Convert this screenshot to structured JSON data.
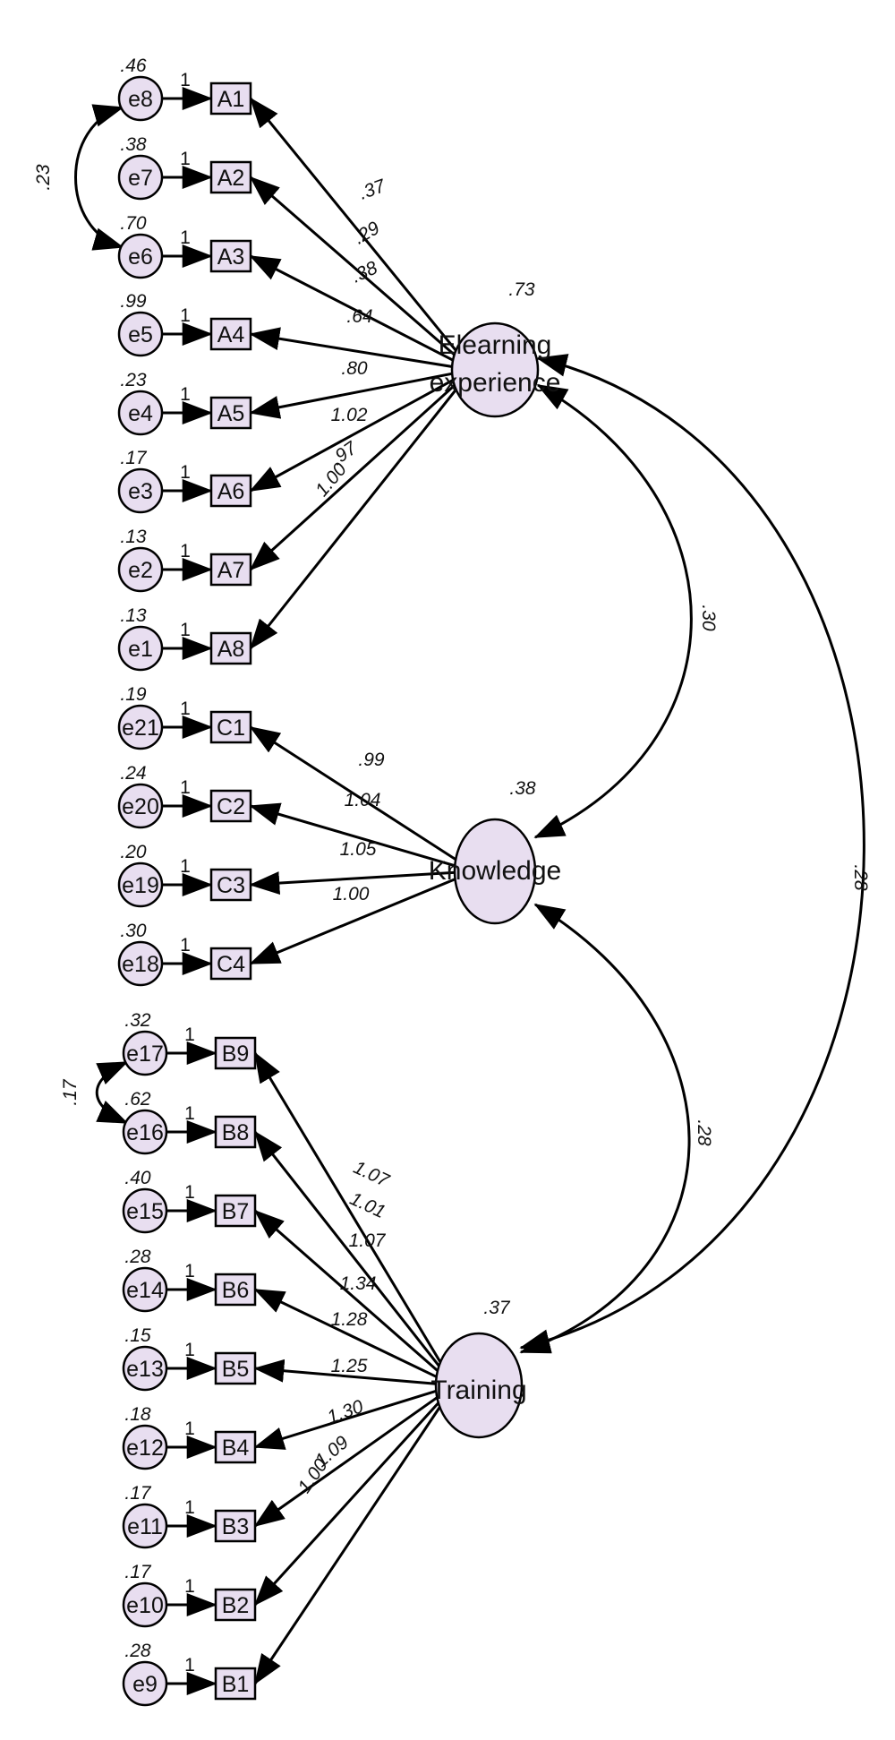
{
  "colors": {
    "node_fill": "#e8def0",
    "stroke": "#000000",
    "background": "#ffffff"
  },
  "latents": [
    {
      "id": "EL",
      "label_lines": [
        "Elearning",
        "experience"
      ],
      "variance": ".73"
    },
    {
      "id": "KN",
      "label_lines": [
        "Knowledge"
      ],
      "variance": ".38"
    },
    {
      "id": "TR",
      "label_lines": [
        "Training"
      ],
      "variance": ".37"
    }
  ],
  "indicators": [
    {
      "name": "A1",
      "error": "e8",
      "error_variance": ".46",
      "loading": ".37",
      "latent": "EL"
    },
    {
      "name": "A2",
      "error": "e7",
      "error_variance": ".38",
      "loading": ".29",
      "latent": "EL"
    },
    {
      "name": "A3",
      "error": "e6",
      "error_variance": ".70",
      "loading": ".38",
      "latent": "EL"
    },
    {
      "name": "A4",
      "error": "e5",
      "error_variance": ".99",
      "loading": ".64",
      "latent": "EL"
    },
    {
      "name": "A5",
      "error": "e4",
      "error_variance": ".23",
      "loading": ".80",
      "latent": "EL"
    },
    {
      "name": "A6",
      "error": "e3",
      "error_variance": ".17",
      "loading": "1.02",
      "latent": "EL"
    },
    {
      "name": "A7",
      "error": "e2",
      "error_variance": ".13",
      "loading": ".97",
      "latent": "EL"
    },
    {
      "name": "A8",
      "error": "e1",
      "error_variance": ".13",
      "loading": "1.00",
      "latent": "EL"
    },
    {
      "name": "C1",
      "error": "e21",
      "error_variance": ".19",
      "loading": ".99",
      "latent": "KN"
    },
    {
      "name": "C2",
      "error": "e20",
      "error_variance": ".24",
      "loading": "1.04",
      "latent": "KN"
    },
    {
      "name": "C3",
      "error": "e19",
      "error_variance": ".20",
      "loading": "1.05",
      "latent": "KN"
    },
    {
      "name": "C4",
      "error": "e18",
      "error_variance": ".30",
      "loading": "1.00",
      "latent": "KN"
    },
    {
      "name": "B9",
      "error": "e17",
      "error_variance": ".32",
      "loading": "1.07",
      "latent": "TR"
    },
    {
      "name": "B8",
      "error": "e16",
      "error_variance": ".62",
      "loading": "1.01",
      "latent": "TR"
    },
    {
      "name": "B7",
      "error": "e15",
      "error_variance": ".40",
      "loading": "1.07",
      "latent": "TR"
    },
    {
      "name": "B6",
      "error": "e14",
      "error_variance": ".28",
      "loading": "1.34",
      "latent": "TR"
    },
    {
      "name": "B5",
      "error": "e13",
      "error_variance": ".15",
      "loading": "1.28",
      "latent": "TR"
    },
    {
      "name": "B4",
      "error": "e12",
      "error_variance": ".18",
      "loading": "1.25",
      "latent": "TR"
    },
    {
      "name": "B3",
      "error": "e11",
      "error_variance": ".17",
      "loading": "1.30",
      "latent": "TR"
    },
    {
      "name": "B2",
      "error": "e10",
      "error_variance": ".17",
      "loading": "1.09",
      "latent": "TR"
    },
    {
      "name": "B1",
      "error": "e9",
      "error_variance": ".28",
      "loading": "1.00",
      "latent": "TR"
    }
  ],
  "error_path_label": "1",
  "latent_covariances": [
    {
      "from": "EL",
      "to": "KN",
      "value": ".30"
    },
    {
      "from": "KN",
      "to": "TR",
      "value": ".28"
    },
    {
      "from": "EL",
      "to": "TR",
      "value": ".28"
    }
  ],
  "error_covariances": [
    {
      "from": "e8",
      "to": "e6",
      "value": ".23"
    },
    {
      "from": "e17",
      "to": "e16",
      "value": ".17"
    }
  ]
}
